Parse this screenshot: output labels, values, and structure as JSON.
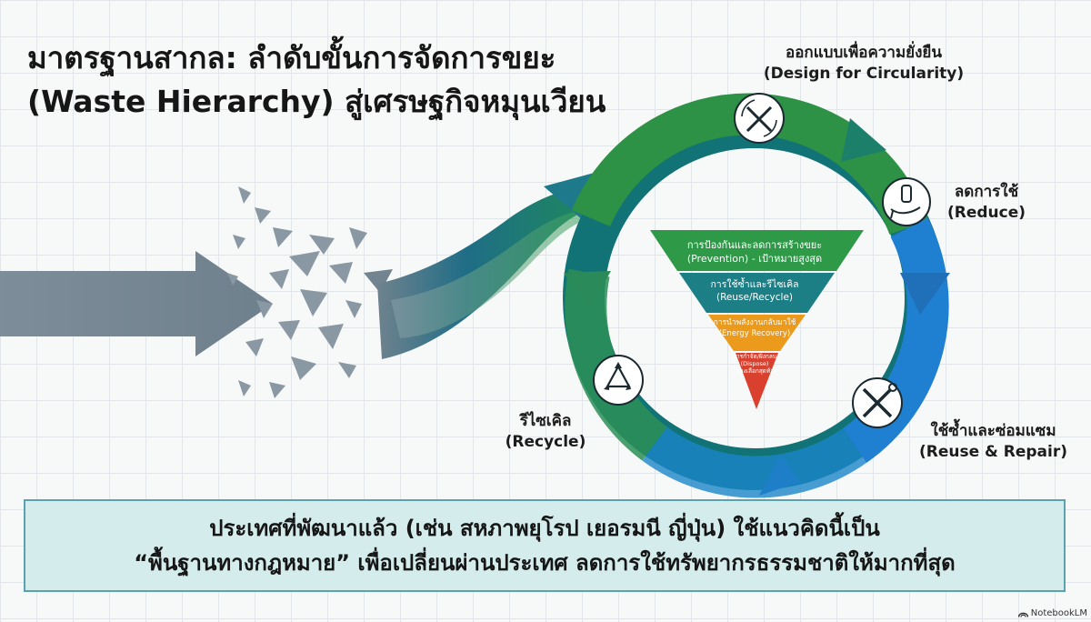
{
  "title": {
    "line1": "มาตรฐานสากล: ลำดับขั้นการจัดการขยะ",
    "line2": "(Waste Hierarchy) สู่เศรษฐกิจหมุนเวียน"
  },
  "stages": {
    "design": {
      "thai": "ออกแบบเพื่อความยั่งยืน",
      "english": "(Design for Circularity)",
      "icon": "pencil-ruler-cycle-icon"
    },
    "reduce": {
      "thai": "ลดการใช้",
      "english": "(Reduce)",
      "icon": "hand-bottle-icon"
    },
    "reuse": {
      "thai": "ใช้ซ้ำและซ่อมแซม",
      "english": "(Reuse & Repair)",
      "icon": "wrench-screwdriver-icon"
    },
    "recycle": {
      "thai": "รีไซเคิล",
      "english": "(Recycle)",
      "icon": "recycle-icon"
    }
  },
  "pyramid": [
    {
      "thai": "การป้องกันและลดการสร้างขยะ",
      "english": "(Prevention) - เป้าหมายสูงสุด",
      "color": "#2e9a48"
    },
    {
      "thai": "การใช้ซ้ำและรีไซเคิล",
      "english": "(Reuse/Recycle)",
      "color": "#1d7f86"
    },
    {
      "thai": "การนำพลังงานกลับมาใช้",
      "english": "(Energy Recovery)",
      "color": "#eb9a1b"
    },
    {
      "thai": "การกำจัด/ฝังกลบ",
      "english": "(Dispose)",
      "note": "- ทางเลือกสุดท้าย",
      "color": "#d9402d"
    }
  ],
  "banner": {
    "line1": "ประเทศที่พัฒนาแล้ว (เช่น สหภาพยุโรป เยอรมนี ญี่ปุ่น) ใช้แนวคิดนี้เป็น",
    "line2": "“พื้นฐานทางกฎหมาย” เพื่อเปลี่ยนผ่านประเทศ ลดการใช้ทรัพยากรธรรมชาติให้มากที่สุด"
  },
  "brand": {
    "text": "NotebookLM"
  },
  "colors": {
    "ring_green": "#2d9146",
    "ring_teal": "#177f86",
    "ring_blue": "#1f7fd0",
    "arrow_gray": "#7d8d99",
    "banner_bg": "#d4ecec",
    "banner_border": "#5aa3ae"
  }
}
